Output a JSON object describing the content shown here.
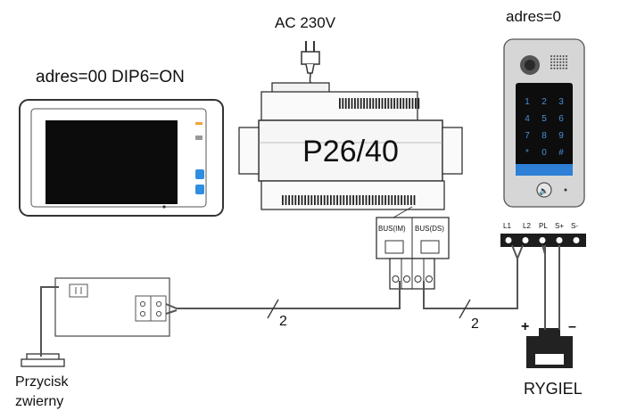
{
  "labels": {
    "ac_power": "AC 230V",
    "monitor_address": "adres=00 DIP6=ON",
    "door_address": "adres=0",
    "power_supply_model": "P26/40",
    "bus_im": "BUS(IM)",
    "bus_ds": "BUS(DS)",
    "terminal_l1": "L1",
    "terminal_l2": "L2",
    "terminal_pl": "PL",
    "terminal_splus": "S+",
    "terminal_sminus": "S-",
    "wire_count_left": "2",
    "wire_count_right": "2",
    "exit_button_line1": "Przycisk",
    "exit_button_line2": "zwierny",
    "lock_label": "RYGIEL",
    "lock_plus": "+",
    "lock_minus": "–"
  },
  "keypad": [
    "1",
    "2",
    "3",
    "4",
    "5",
    "6",
    "7",
    "8",
    "9",
    "*",
    "0",
    "#"
  ],
  "colors": {
    "line": "#555555",
    "outline": "#333333",
    "monitor_screen": "#0c0c0c",
    "keypad_glow": "#4a8fd8",
    "panel_blue": "#2e7fd6",
    "psu_fill": "#e6e6e6"
  }
}
